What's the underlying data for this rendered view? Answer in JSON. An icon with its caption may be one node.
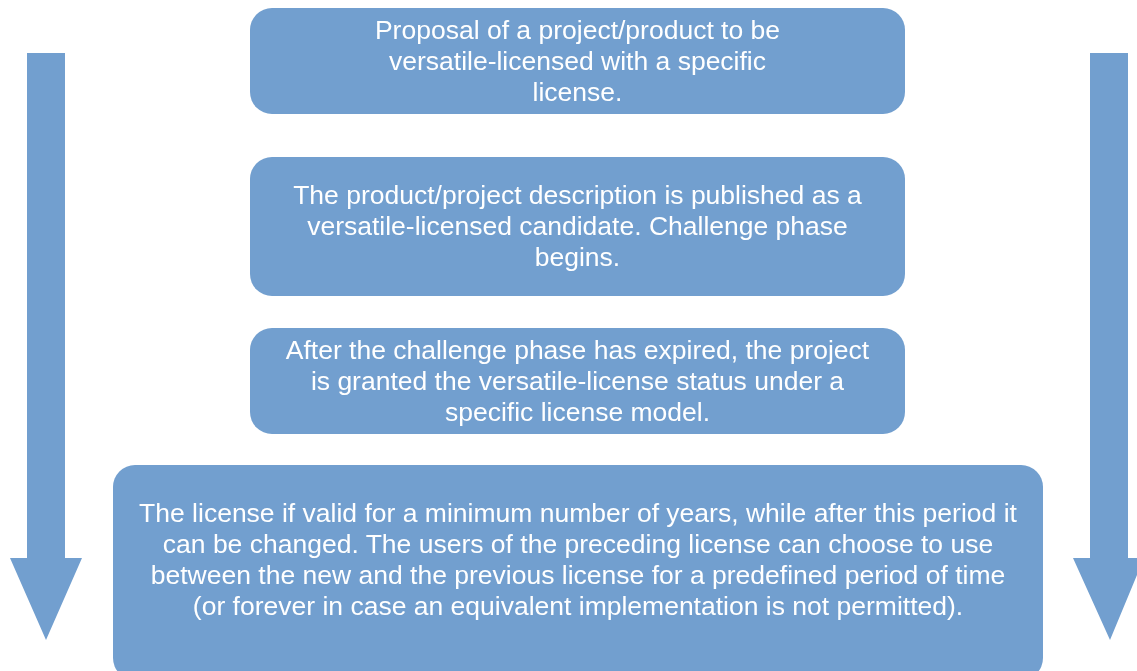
{
  "diagram": {
    "nodes": [
      {
        "text": [
          "Proposal of a project/product to be versatile-licensed with a specific license."
        ]
      },
      {
        "text": [
          "The product/project description is published as a versatile-licensed candidate. Challenge phase begins."
        ]
      },
      {
        "text": [
          "After the challenge phase has expired, the project is granted the versatile-license status under a specific license model."
        ]
      },
      {
        "text": [
          "The license if valid for a minimum number of years, while after this period it can be changed. The users of the preceding license can choose to use between the new and the previous license for a predefined period of time (or forever in case an equivalent implementation is not permitted)."
        ]
      }
    ]
  }
}
